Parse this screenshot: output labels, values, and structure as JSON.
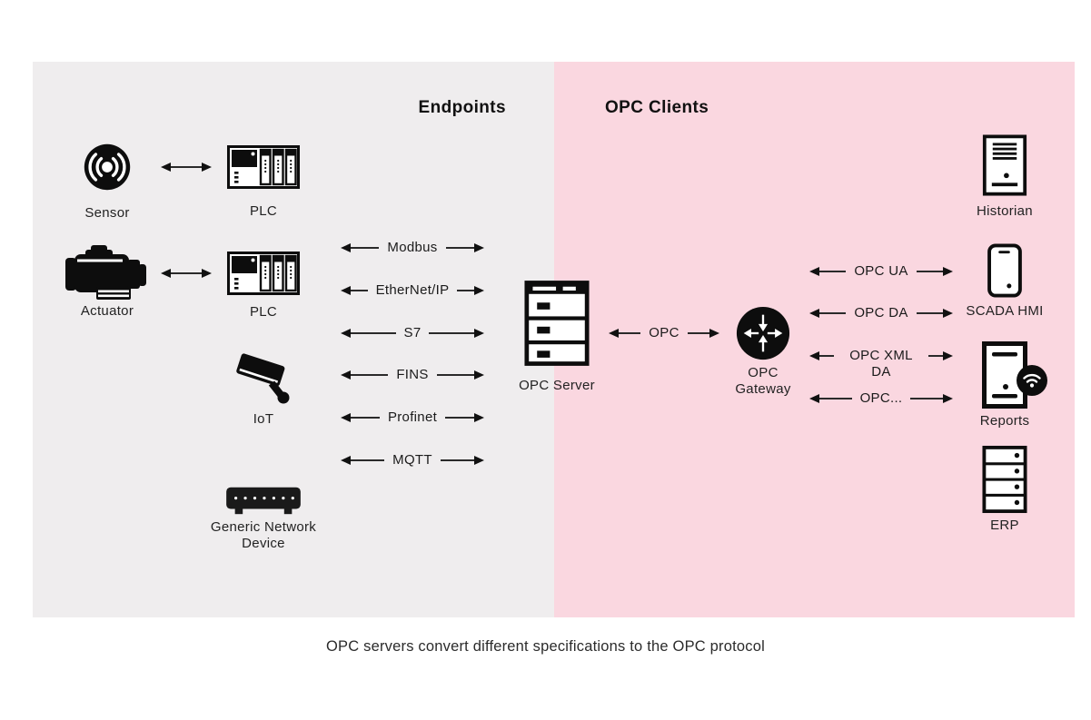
{
  "colors": {
    "endpoints_bg": "#efedee",
    "clients_bg": "#fad7e0",
    "ink": "#111111"
  },
  "sections": {
    "endpoints_title": "Endpoints",
    "clients_title": "OPC Clients"
  },
  "devices": {
    "sensor": "Sensor",
    "plc_top": "PLC",
    "actuator": "Actuator",
    "plc_bottom": "PLC",
    "iot": "IoT",
    "generic_network_device": "Generic Network Device",
    "opc_server": "OPC Server",
    "opc_gateway": "OPC Gateway",
    "historian": "Historian",
    "scada_hmi": "SCADA HMI",
    "reports": "Reports",
    "erp": "ERP"
  },
  "protocols_left": [
    "Modbus",
    "EtherNet/IP",
    "S7",
    "FINS",
    "Profinet",
    "MQTT"
  ],
  "opc_link_label": "OPC",
  "protocols_right": [
    "OPC UA",
    "OPC DA",
    "OPC XML DA",
    "OPC..."
  ],
  "caption": "OPC servers convert different specifications to the OPC protocol"
}
